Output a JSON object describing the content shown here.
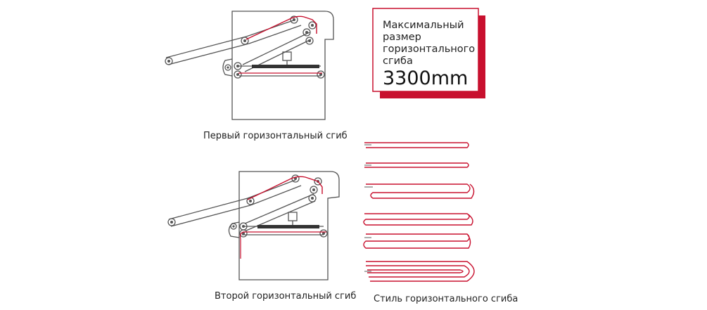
{
  "captions": {
    "first_fold": "Первый горизонтальный сгиб",
    "second_fold": "Второй горизонтальный сгиб",
    "fold_style": "Стиль горизонтального сгиба"
  },
  "info_box": {
    "lines": [
      "Максимальный",
      "размер",
      "горизонтального",
      "сгиба"
    ],
    "value": "3300mm"
  },
  "colors": {
    "accent": "#c8102e",
    "outline": "#555555",
    "text": "#222222"
  },
  "icons": [
    "roller-icon",
    "folding-plate-icon",
    "motor-icon"
  ]
}
